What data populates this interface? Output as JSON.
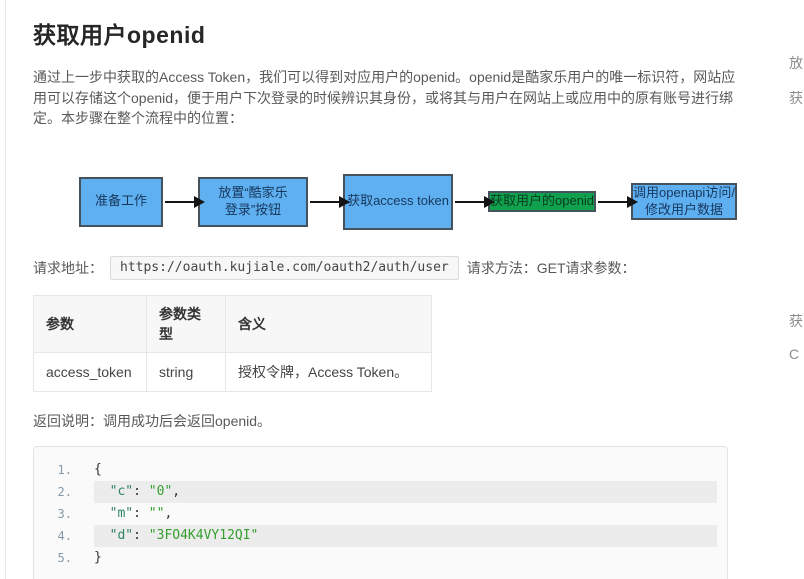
{
  "page": {
    "title": "获取用户openid",
    "intro": "通过上一步中获取的Access Token，我们可以得到对应用户的openid。openid是酷家乐用户的唯一标识符，网站应用可以存储这个openid，便于用户下次登录的时候辨识其身份，或将其与用户在网站上或应用中的原有账号进行绑定。本步骤在整个流程中的位置："
  },
  "flow": {
    "colors": {
      "blue": "#5fb0f0",
      "green": "#0fa14e",
      "border": "#46535c"
    },
    "steps": [
      {
        "label": "准备工作",
        "type": "blue"
      },
      {
        "label": "放置“酷家乐\n登录”按钮",
        "type": "blue"
      },
      {
        "label": "获取access token",
        "type": "blue"
      },
      {
        "label": "获取用户的openid",
        "type": "green"
      },
      {
        "label": "调用openapi访问/\n修改用户数据",
        "type": "blue"
      }
    ]
  },
  "request": {
    "address_label": "请求地址：",
    "url": "https://oauth.kujiale.com/oauth2/auth/user",
    "method_label": "请求方法：GET请求参数："
  },
  "params_table": {
    "headers": [
      "参数",
      "参数类型",
      "含义"
    ],
    "rows": [
      [
        "access_token",
        "string",
        "授权令牌，Access Token。"
      ]
    ]
  },
  "return_note": "返回说明：调用成功后会返回openid。",
  "code_block": {
    "lines": [
      {
        "num": "1.",
        "striped": false,
        "tokens": [
          {
            "text": "{",
            "type": "plain"
          }
        ]
      },
      {
        "num": "2.",
        "striped": true,
        "tokens": [
          {
            "text": "  ",
            "type": "plain"
          },
          {
            "text": "\"c\"",
            "type": "key"
          },
          {
            "text": ": ",
            "type": "plain"
          },
          {
            "text": "\"0\"",
            "type": "str"
          },
          {
            "text": ",",
            "type": "plain"
          }
        ]
      },
      {
        "num": "3.",
        "striped": false,
        "tokens": [
          {
            "text": "  ",
            "type": "plain"
          },
          {
            "text": "\"m\"",
            "type": "key"
          },
          {
            "text": ": ",
            "type": "plain"
          },
          {
            "text": "\"\"",
            "type": "str"
          },
          {
            "text": ",",
            "type": "plain"
          }
        ]
      },
      {
        "num": "4.",
        "striped": true,
        "tokens": [
          {
            "text": "  ",
            "type": "plain"
          },
          {
            "text": "\"d\"",
            "type": "key"
          },
          {
            "text": ": ",
            "type": "plain"
          },
          {
            "text": "\"3FO4K4VY12QI\"",
            "type": "str"
          }
        ]
      },
      {
        "num": "5.",
        "striped": false,
        "tokens": [
          {
            "text": "}",
            "type": "plain"
          }
        ]
      }
    ]
  },
  "right_toc": {
    "fragments": [
      "放",
      "获",
      "获",
      "C"
    ]
  }
}
